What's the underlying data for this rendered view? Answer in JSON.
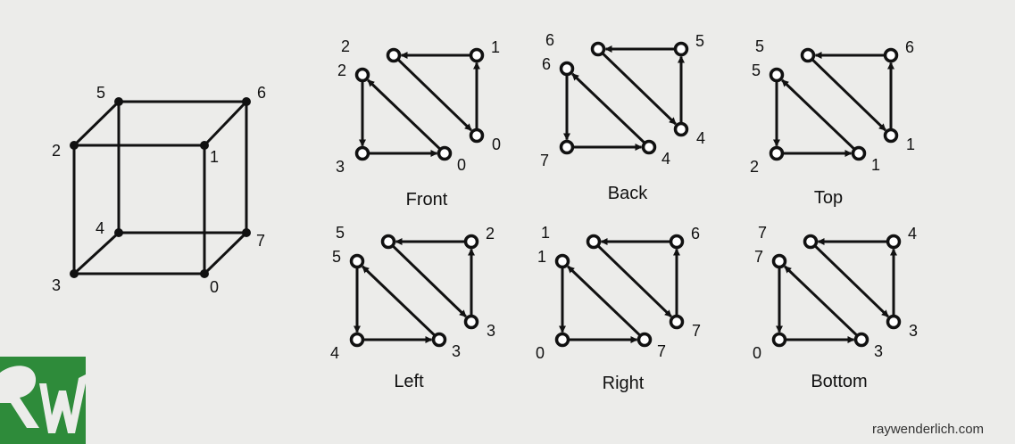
{
  "cube": {
    "vertices": {
      "0": "0",
      "1": "1",
      "2": "2",
      "3": "3",
      "4": "4",
      "5": "5",
      "6": "6",
      "7": "7"
    }
  },
  "faces": [
    {
      "caption": "Front",
      "labels": [
        "2",
        "1",
        "2",
        "0",
        "3",
        "0"
      ]
    },
    {
      "caption": "Back",
      "labels": [
        "6",
        "5",
        "6",
        "4",
        "7",
        "4"
      ]
    },
    {
      "caption": "Top",
      "labels": [
        "5",
        "6",
        "5",
        "1",
        "2",
        "1"
      ]
    },
    {
      "caption": "Left",
      "labels": [
        "5",
        "2",
        "5",
        "3",
        "4",
        "3"
      ]
    },
    {
      "caption": "Right",
      "labels": [
        "1",
        "6",
        "1",
        "7",
        "0",
        "7"
      ]
    },
    {
      "caption": "Bottom",
      "labels": [
        "7",
        "4",
        "7",
        "3",
        "0",
        "3"
      ]
    }
  ],
  "branding": {
    "logo_text": "RW",
    "logo_color": "#2e8b3a",
    "website": "raywenderlich.com"
  }
}
